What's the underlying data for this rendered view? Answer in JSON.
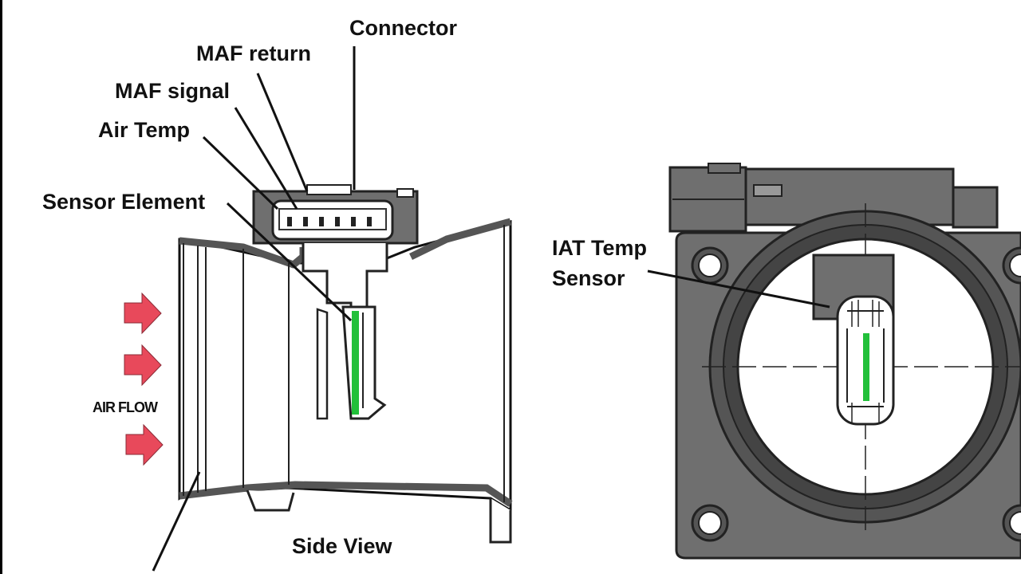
{
  "labels": {
    "connector": "Connector",
    "maf_return": "MAF return",
    "maf_signal": "MAF signal",
    "air_temp": "Air Temp",
    "sensor_element": "Sensor Element",
    "air_flow": "AIR FLOW",
    "side_view": "Side View",
    "iat_line1": "IAT Temp",
    "iat_line2": "Sensor"
  },
  "colors": {
    "body_gray": "#6f6f6f",
    "body_dark": "#3a3a3a",
    "sensor_green": "#22c03a",
    "arrow_red": "#e8495b",
    "line": "#111111"
  }
}
